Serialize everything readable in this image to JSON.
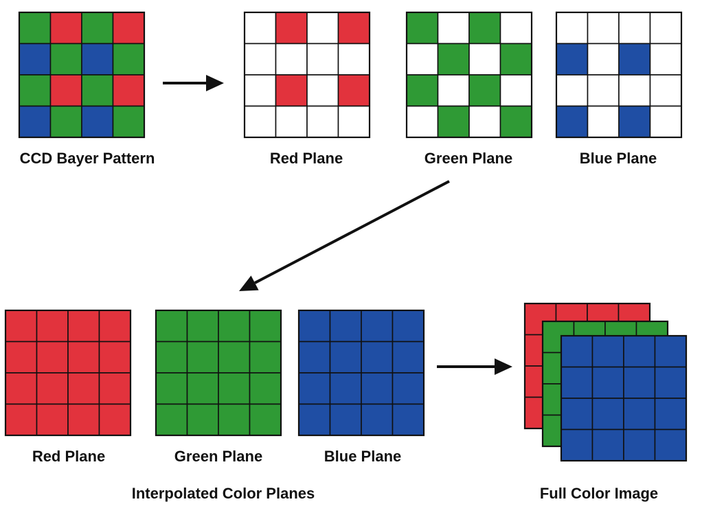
{
  "colors": {
    "red": "#e2333d",
    "green": "#2f9a35",
    "blue": "#1f4ea4",
    "empty": "#ffffff",
    "grid_line": "#111111",
    "arrow": "#111111"
  },
  "grid_size": 4,
  "bayer": {
    "label": "CCD Bayer Pattern",
    "cells": [
      [
        "G",
        "R",
        "G",
        "R"
      ],
      [
        "B",
        "G",
        "B",
        "G"
      ],
      [
        "G",
        "R",
        "G",
        "R"
      ],
      [
        "B",
        "G",
        "B",
        "G"
      ]
    ]
  },
  "sampled_planes": [
    {
      "label": "Red Plane",
      "cells": [
        [
          "W",
          "R",
          "W",
          "R"
        ],
        [
          "W",
          "W",
          "W",
          "W"
        ],
        [
          "W",
          "R",
          "W",
          "R"
        ],
        [
          "W",
          "W",
          "W",
          "W"
        ]
      ]
    },
    {
      "label": "Green Plane",
      "cells": [
        [
          "G",
          "W",
          "G",
          "W"
        ],
        [
          "W",
          "G",
          "W",
          "G"
        ],
        [
          "G",
          "W",
          "G",
          "W"
        ],
        [
          "W",
          "G",
          "W",
          "G"
        ]
      ]
    },
    {
      "label": "Blue Plane",
      "cells": [
        [
          "W",
          "W",
          "W",
          "W"
        ],
        [
          "B",
          "W",
          "B",
          "W"
        ],
        [
          "W",
          "W",
          "W",
          "W"
        ],
        [
          "B",
          "W",
          "B",
          "W"
        ]
      ]
    }
  ],
  "interpolated_planes": [
    {
      "label": "Red Plane",
      "color": "R"
    },
    {
      "label": "Green Plane",
      "color": "G"
    },
    {
      "label": "Blue Plane",
      "color": "B"
    }
  ],
  "interpolated_caption": "Interpolated Color Planes",
  "full_color": {
    "label": "Full Color Image",
    "layers": [
      "R",
      "G",
      "B"
    ]
  }
}
